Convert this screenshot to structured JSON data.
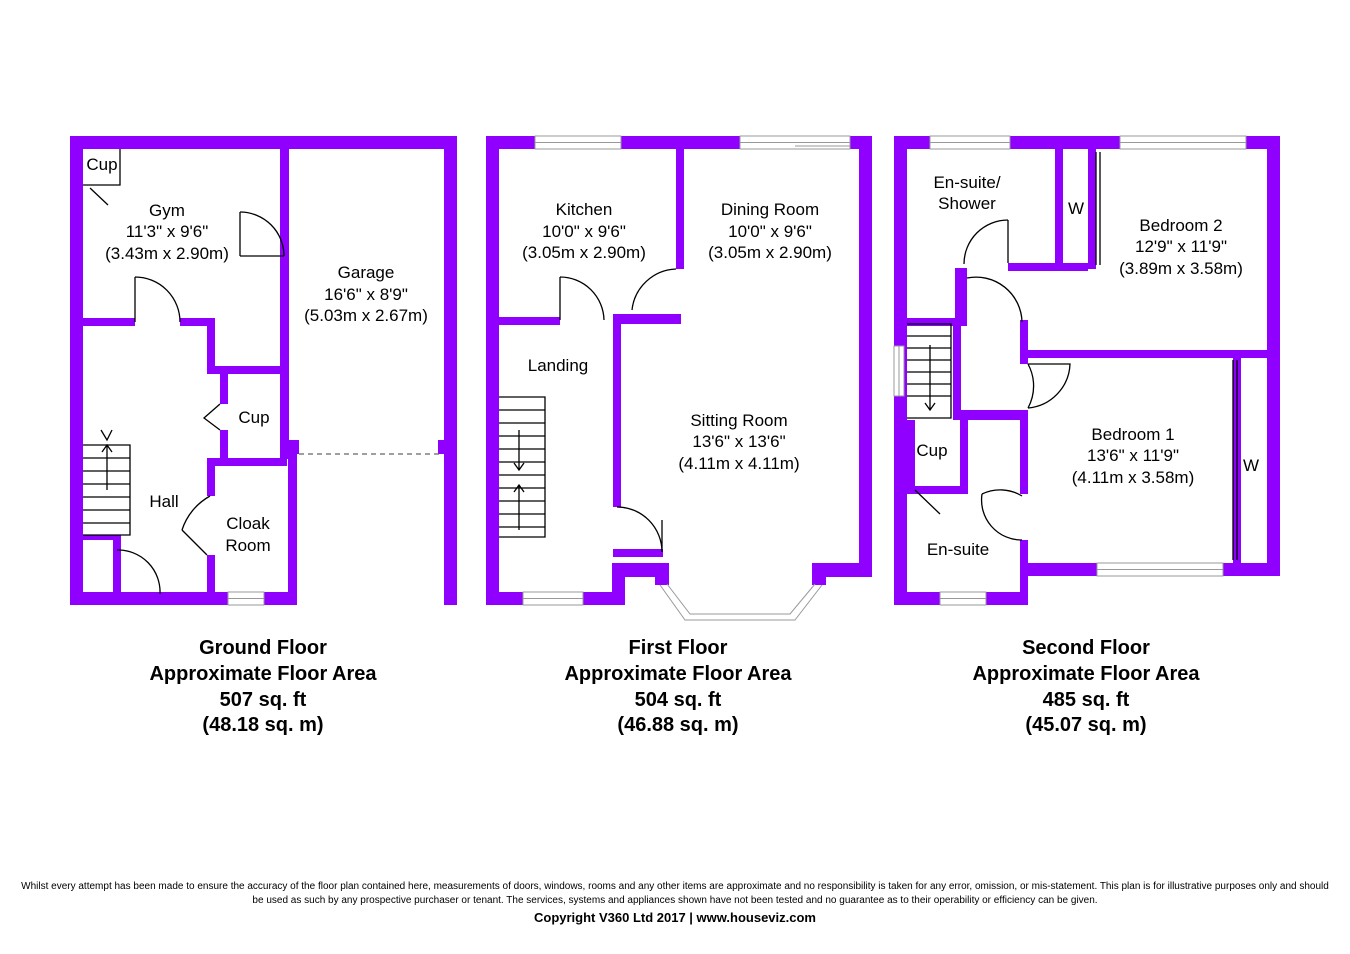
{
  "colors": {
    "wall": "#8f00ff",
    "line": "#000000",
    "window": "#999999"
  },
  "floors": [
    {
      "id": "ground",
      "caption": [
        "Ground Floor",
        "Approximate Floor Area",
        "507 sq. ft",
        "(48.18 sq. m)"
      ],
      "rooms": [
        {
          "name": "Cup",
          "lines": [
            "Cup"
          ]
        },
        {
          "name": "gym",
          "lines": [
            "Gym",
            "11'3\" x 9'6\"",
            "(3.43m x 2.90m)"
          ]
        },
        {
          "name": "garage",
          "lines": [
            "Garage",
            "16'6\" x 8'9\"",
            "(5.03m x 2.67m)"
          ]
        },
        {
          "name": "cup-2",
          "lines": [
            "Cup"
          ]
        },
        {
          "name": "hall",
          "lines": [
            "Hall"
          ]
        },
        {
          "name": "cloak-room",
          "lines": [
            "Cloak",
            "Room"
          ]
        }
      ]
    },
    {
      "id": "first",
      "caption": [
        "First Floor",
        "Approximate Floor Area",
        "504 sq. ft",
        "(46.88 sq. m)"
      ],
      "rooms": [
        {
          "name": "kitchen",
          "lines": [
            "Kitchen",
            "10'0\" x 9'6\"",
            "(3.05m x 2.90m)"
          ]
        },
        {
          "name": "dining-room",
          "lines": [
            "Dining Room",
            "10'0\" x 9'6\"",
            "(3.05m x 2.90m)"
          ]
        },
        {
          "name": "landing",
          "lines": [
            "Landing"
          ]
        },
        {
          "name": "sitting-room",
          "lines": [
            "Sitting Room",
            "13'6\" x 13'6\"",
            "(4.11m x 4.11m)"
          ]
        }
      ]
    },
    {
      "id": "second",
      "caption": [
        "Second Floor",
        "Approximate Floor Area",
        "485 sq. ft",
        "(45.07 sq. m)"
      ],
      "rooms": [
        {
          "name": "en-suite-shower",
          "lines": [
            "En-suite/",
            "Shower"
          ]
        },
        {
          "name": "wardrobe-2",
          "lines": [
            "W"
          ]
        },
        {
          "name": "bedroom-2",
          "lines": [
            "Bedroom 2",
            "12'9\" x 11'9\"",
            "(3.89m x 3.58m)"
          ]
        },
        {
          "name": "cup-3",
          "lines": [
            "Cup"
          ]
        },
        {
          "name": "bedroom-1",
          "lines": [
            "Bedroom 1",
            "13'6\" x 11'9\"",
            "(4.11m x 3.58m)"
          ]
        },
        {
          "name": "wardrobe-1",
          "lines": [
            "W"
          ]
        },
        {
          "name": "en-suite",
          "lines": [
            "En-suite"
          ]
        }
      ]
    }
  ],
  "disclaimer": "Whilst every attempt has been made to ensure the accuracy of the floor plan contained here, measurements of doors, windows, rooms and any other items are approximate and no responsibility is taken for any error, omission, or mis-statement. This plan is for illustrative purposes only and should be used as such by any prospective purchaser or tenant. The services, systems and appliances shown have not been tested and no guarantee as to their operability or efficiency can be given.",
  "copyright": "Copyright V360 Ltd 2017 | www.houseviz.com"
}
